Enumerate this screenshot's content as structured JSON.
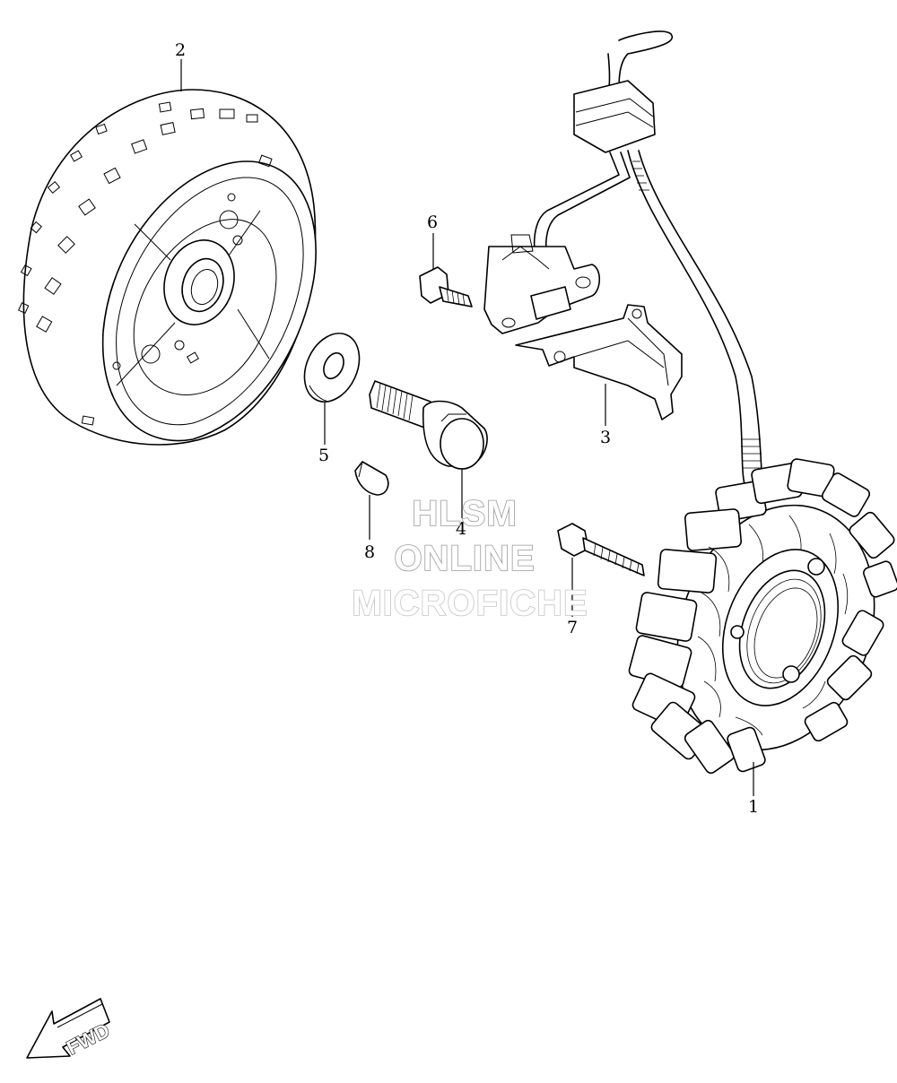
{
  "diagram": {
    "callouts": [
      {
        "id": "1",
        "label": "1"
      },
      {
        "id": "2",
        "label": "2"
      },
      {
        "id": "3",
        "label": "3"
      },
      {
        "id": "4",
        "label": "4"
      },
      {
        "id": "5",
        "label": "5"
      },
      {
        "id": "6",
        "label": "6"
      },
      {
        "id": "7",
        "label": "7"
      },
      {
        "id": "8",
        "label": "8"
      }
    ],
    "watermark": {
      "line1": "HLSM",
      "line2": "ONLINE",
      "line3": "MICROFICHE"
    },
    "direction_marker": {
      "label": "FWD"
    }
  }
}
